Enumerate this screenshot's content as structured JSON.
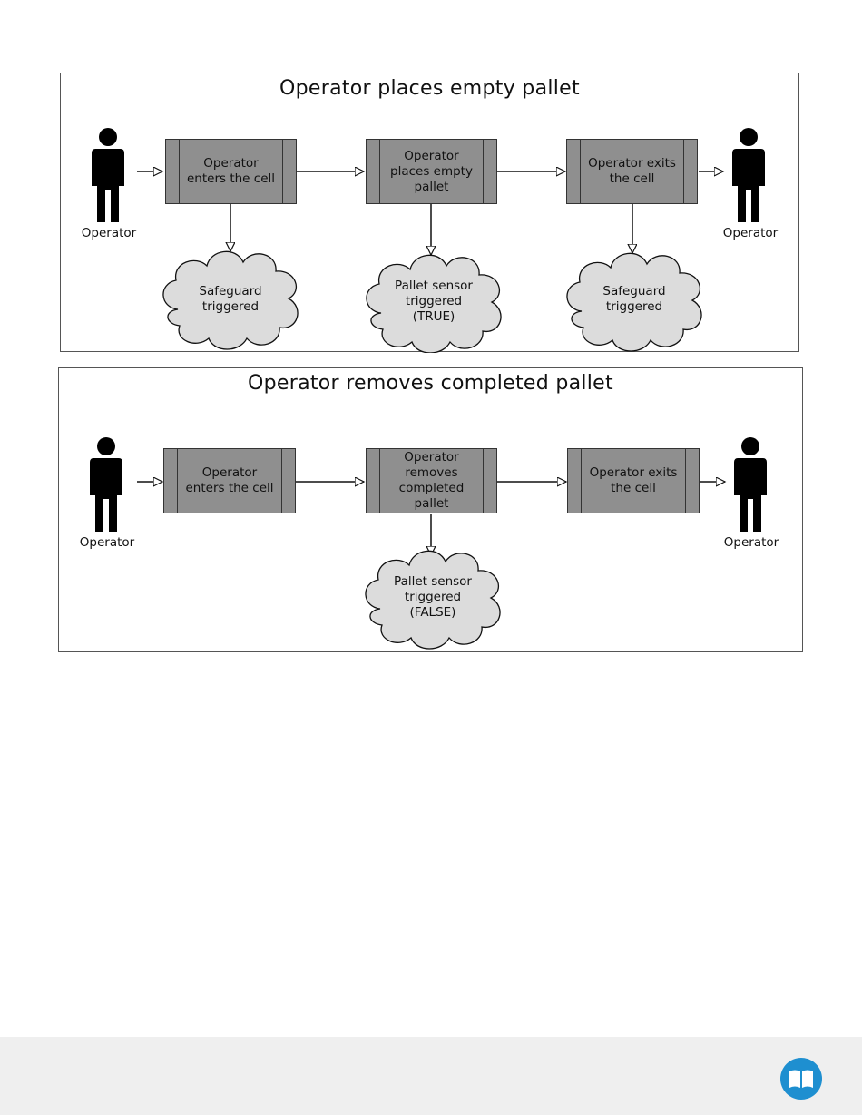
{
  "panels": [
    {
      "title": "Operator places empty pallet",
      "operator_left": "Operator",
      "operator_right": "Operator",
      "steps": [
        "Operator\nenters the cell",
        "Operator\nplaces empty\npallet",
        "Operator exits\nthe cell"
      ],
      "outcomes": [
        "Safeguard\ntriggered",
        "Pallet sensor\ntriggered\n(TRUE)",
        "Safeguard\ntriggered"
      ]
    },
    {
      "title": "Operator removes completed pallet",
      "operator_left": "Operator",
      "operator_right": "Operator",
      "steps": [
        "Operator\nenters the cell",
        "Operator\nremoves\ncompleted\npallet",
        "Operator exits\nthe cell"
      ],
      "outcomes": [
        "Pallet sensor\ntriggered\n(FALSE)"
      ]
    }
  ],
  "footer": {
    "icon": "book-icon",
    "accent": "#1e8fd0"
  },
  "colors": {
    "process_fill": "#8f8f8f",
    "cloud_fill": "#dcdcdc"
  }
}
